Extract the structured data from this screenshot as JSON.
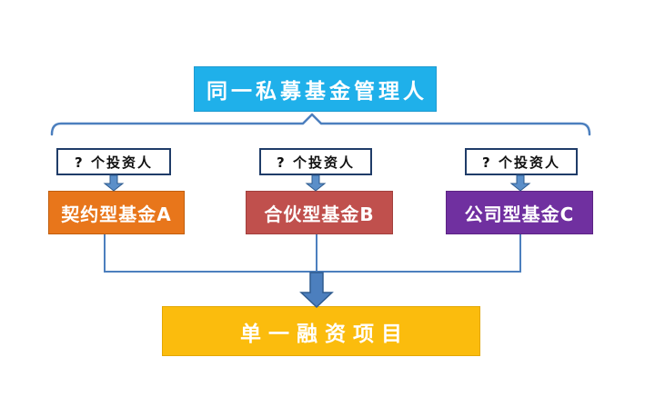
{
  "diagram": {
    "root": {
      "label": "同一私募基金管理人",
      "color": "#1FB0EA"
    },
    "branches": [
      {
        "investors_label": "? 个投资人",
        "fund_label": "契约型基金A",
        "fund_color": "#E8761B"
      },
      {
        "investors_label": "? 个投资人",
        "fund_label": "合伙型基金B",
        "fund_color": "#C0504D"
      },
      {
        "investors_label": "? 个投资人",
        "fund_label": "公司型基金C",
        "fund_color": "#7030A0"
      }
    ],
    "result": {
      "label": "单一融资项目",
      "color": "#FBBC0D"
    },
    "connector_color": "#4C7FBE",
    "investor_box_border_color": "#1F3C68"
  }
}
